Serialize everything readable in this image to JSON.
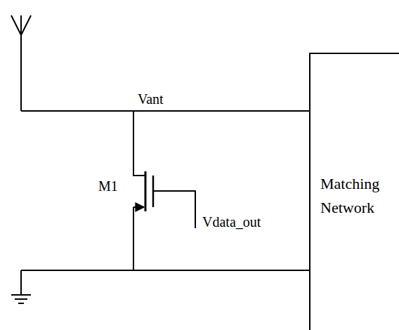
{
  "diagram": {
    "nodes": [
      {
        "text": [
          "Matching Network"
        ]
      }
    ],
    "labels": [
      "Vant",
      "M1",
      "Vdata_out"
    ]
  }
}
